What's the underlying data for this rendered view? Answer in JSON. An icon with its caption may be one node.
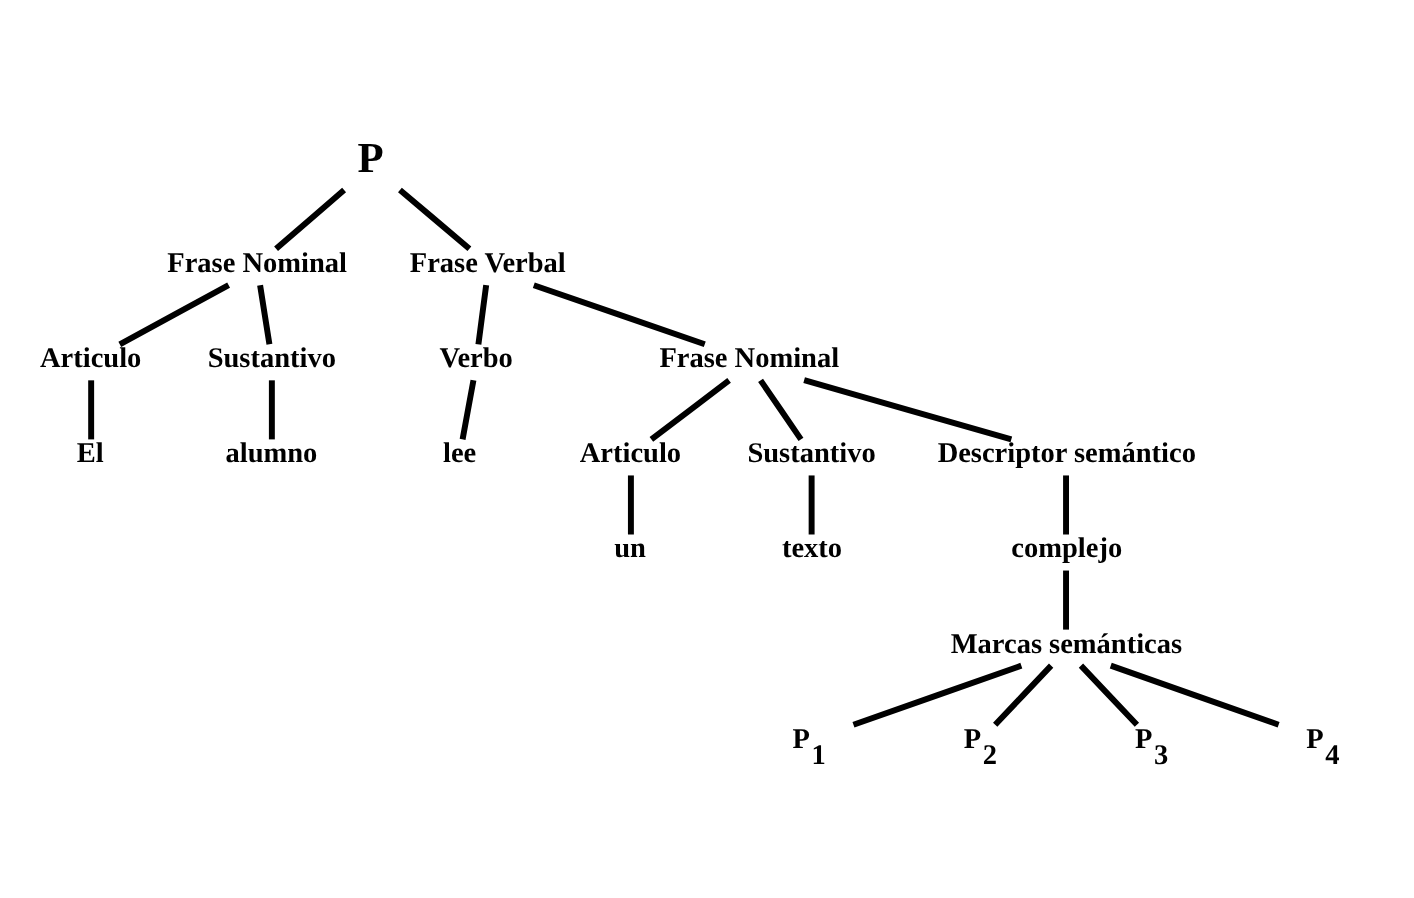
{
  "diagram": {
    "nodes": [
      {
        "text": [
          "P"
        ]
      },
      {
        "text": [
          "Frase Nominal"
        ]
      },
      {
        "text": [
          "Frase Verbal"
        ]
      },
      {
        "text": [
          "Articulo"
        ]
      },
      {
        "text": [
          "Sustantivo"
        ]
      },
      {
        "text": [
          "Verbo"
        ]
      },
      {
        "text": [
          "Frase Nominal"
        ]
      },
      {
        "text": [
          "Articulo"
        ]
      },
      {
        "text": [
          "Sustantivo"
        ]
      },
      {
        "text": [
          "Descriptor semántico"
        ]
      },
      {
        "text": [
          "El"
        ]
      },
      {
        "text": [
          "alumno"
        ]
      },
      {
        "text": [
          "lee"
        ]
      },
      {
        "text": [
          "un"
        ]
      },
      {
        "text": [
          "texto"
        ]
      },
      {
        "text": [
          "complejo"
        ]
      },
      {
        "text": [
          "Marcas semánticas"
        ]
      },
      {
        "text": [
          "P$_{1}$"
        ]
      },
      {
        "text": [
          "P$_{2}$"
        ]
      },
      {
        "text": [
          "P$_{3}$"
        ]
      },
      {
        "text": [
          "P$_{4}$"
        ]
      }
    ],
    "edges": [
      {
        "from": 0,
        "to": 1,
        "arrow": "none"
      },
      {
        "from": 0,
        "to": 2,
        "arrow": "none"
      },
      {
        "from": 1,
        "to": 3,
        "arrow": "none"
      },
      {
        "from": 1,
        "to": 4,
        "arrow": "none"
      },
      {
        "from": 2,
        "to": 5,
        "arrow": "none"
      },
      {
        "from": 2,
        "to": 6,
        "arrow": "none"
      },
      {
        "from": 6,
        "to": 7,
        "arrow": "none"
      },
      {
        "from": 6,
        "to": 8,
        "arrow": "none"
      },
      {
        "from": 6,
        "to": 9,
        "arrow": "none"
      },
      {
        "from": 3,
        "to": 10,
        "arrow": "none"
      },
      {
        "from": 4,
        "to": 11,
        "arrow": "none"
      },
      {
        "from": 5,
        "to": 12,
        "arrow": "none"
      },
      {
        "from": 7,
        "to": 13,
        "arrow": "none"
      },
      {
        "from": 8,
        "to": 14,
        "arrow": "none"
      },
      {
        "from": 9,
        "to": 15,
        "arrow": "none"
      },
      {
        "from": 15,
        "to": 16,
        "arrow": "none"
      },
      {
        "from": 16,
        "to": 17,
        "arrow": "none"
      },
      {
        "from": 16,
        "to": 18,
        "arrow": "none"
      },
      {
        "from": 16,
        "to": 19,
        "arrow": "none"
      },
      {
        "from": 16,
        "to": 20,
        "arrow": "none"
      }
    ]
  }
}
